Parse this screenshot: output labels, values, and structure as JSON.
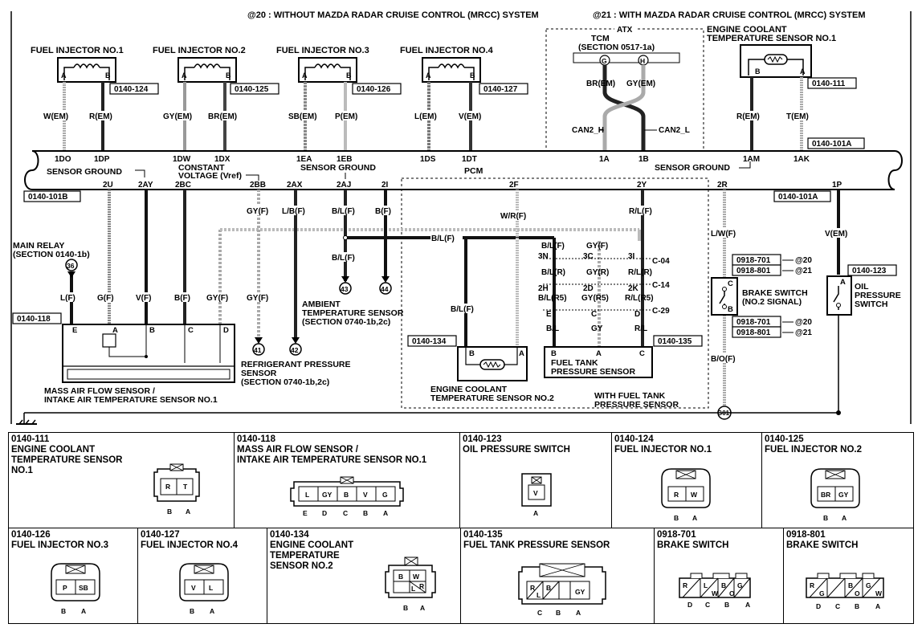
{
  "header": {
    "note20": "@20 : WITHOUT MAZDA RADAR CRUISE CONTROL (MRCC) SYSTEM",
    "note21": "@21 : WITH MAZDA RADAR CRUISE CONTROL (MRCC) SYSTEM"
  },
  "labels": {
    "atx": "ATX",
    "tcm": "TCM",
    "tcm_section": "(SECTION 0517-1a)",
    "can2h": "CAN2_H",
    "can2l": "CAN2_L",
    "ect1_line1": "ENGINE COOLANT",
    "ect1_line2": "TEMPERATURE SENSOR NO.1",
    "sensor_ground_left": "SENSOR GROUND",
    "const_voltage1": "CONSTANT",
    "const_voltage2": "VOLTAGE (Vref)",
    "sensor_ground_mid": "SENSOR GROUND",
    "sensor_ground_right": "SENSOR GROUND",
    "pcm": "PCM",
    "main_relay1": "MAIN RELAY",
    "main_relay2": "(SECTION 0140-1b)",
    "maf1": "MASS AIR FLOW SENSOR /",
    "maf2": "INTAKE AIR TEMPERATURE SENSOR NO.1",
    "refrig1": "REFRIGERANT PRESSURE",
    "refrig2": "SENSOR",
    "refrig3": "(SECTION 0740-1b,2c)",
    "ambient1": "AMBIENT",
    "ambient2": "TEMPERATURE SENSOR",
    "ambient3": "(SECTION 0740-1b,2c)",
    "ect2_line1": "ENGINE COOLANT",
    "ect2_line2": "TEMPERATURE SENSOR NO.2",
    "ftp1": "FUEL TANK",
    "ftp2": "PRESSURE SENSOR",
    "with_ftp1": "WITH FUEL TANK",
    "with_ftp2": "PRESSURE SENSOR",
    "brake1": "BRAKE SWITCH",
    "brake2": "(NO.2 SIGNAL)",
    "oil1": "OIL",
    "oil2": "PRESSURE",
    "oil3": "SWITCH",
    "g01": "G01",
    "at20": "@20",
    "at21": "@21"
  },
  "injectors": [
    {
      "title": "FUEL INJECTOR NO.1",
      "conn": "0140-124",
      "wa": "W(EM)",
      "wb": "R(EM)",
      "pa": "1DO",
      "pb": "1DP"
    },
    {
      "title": "FUEL INJECTOR NO.2",
      "conn": "0140-125",
      "wa": "GY(EM)",
      "wb": "BR(EM)",
      "pa": "1DW",
      "pb": "1DX"
    },
    {
      "title": "FUEL INJECTOR NO.3",
      "conn": "0140-126",
      "wa": "SB(EM)",
      "wb": "P(EM)",
      "pa": "1EA",
      "pb": "1EB"
    },
    {
      "title": "FUEL INJECTOR NO.4",
      "conn": "0140-127",
      "wa": "L(EM)",
      "wb": "V(EM)",
      "pa": "1DS",
      "pb": "1DT"
    }
  ],
  "connectors": {
    "c111": "0140-111",
    "c101a_top": "0140-101A",
    "c101a_right": "0140-101A",
    "c101b": "0140-101B",
    "c118": "0140-118",
    "c134": "0140-134",
    "c135": "0140-135",
    "c123": "0140-123",
    "c701a": "0918-701",
    "c801a": "0918-801",
    "c701b": "0918-701",
    "c801b": "0918-801"
  },
  "tcm_wires": {
    "g": "G",
    "h": "H",
    "wg": "BR(EM)",
    "wh": "GY(EM)",
    "p1": "1A",
    "p2": "1B"
  },
  "ect1_wires": {
    "wb": "R(EM)",
    "wa": "T(EM)",
    "pb": "1AM",
    "pa": "1AK",
    "b": "B",
    "a": "A"
  },
  "pcm_pins_top": [
    "2U",
    "2AY",
    "2BC",
    "2BB",
    "2AX",
    "2AJ",
    "2I",
    "2F",
    "2Y",
    "2R",
    "1P"
  ],
  "wires": {
    "gy_f": "GY(F)",
    "lb_f": "L/B(F)",
    "bl_f": "B/L(F)",
    "b_f": "B(F)",
    "wr_f": "W/R(F)",
    "rl_f": "R/L(F)",
    "lw_f": "L/W(F)",
    "v_em": "V(EM)",
    "bo_f": "B/O(F)",
    "l_f": "L(F)",
    "g_f": "G(F)",
    "v_f": "V(F)",
    "gy_f2": "GY(F)",
    "bl_r": "B/L(R)",
    "gy_r": "GY(R)",
    "rl_r": "R/L(R)",
    "bl_r5": "B/L(R5)",
    "gy_r5": "GY(R5)",
    "rl_r5": "R/L(R5)",
    "bl": "B/L",
    "gy": "GY",
    "rl": "R/L"
  },
  "joints": {
    "3n": "3N",
    "3c": "3C",
    "3i": "3I",
    "c04": "C-04",
    "2h": "2H",
    "2d": "2D",
    "2k": "2K",
    "c14": "C-14",
    "c29": "C-29"
  },
  "terminals": {
    "e": "E",
    "a": "A",
    "b": "B",
    "c": "C",
    "d": "D"
  },
  "circles": {
    "n36": "36",
    "n43": "43",
    "n44": "44",
    "n41": "41",
    "n42": "42"
  },
  "cells_row1": [
    {
      "code": "0140-111",
      "name": "ENGINE COOLANT\nTEMPERATURE SENSOR\nNO.1",
      "pins": [
        "R",
        "T"
      ],
      "letters": [
        "B",
        "A"
      ]
    },
    {
      "code": "0140-118",
      "name": "MASS AIR FLOW SENSOR /\nINTAKE AIR TEMPERATURE SENSOR NO.1",
      "pins": [
        "L",
        "GY",
        "B",
        "V",
        "G"
      ],
      "letters": [
        "E",
        "D",
        "C",
        "B",
        "A"
      ]
    },
    {
      "code": "0140-123",
      "name": "OIL PRESSURE SWITCH",
      "pins": [
        "V"
      ],
      "letters": [
        "A"
      ]
    },
    {
      "code": "0140-124",
      "name": "FUEL INJECTOR NO.1",
      "pins": [
        "R",
        "W"
      ],
      "letters": [
        "B",
        "A"
      ]
    },
    {
      "code": "0140-125",
      "name": "FUEL INJECTOR NO.2",
      "pins": [
        "BR",
        "GY"
      ],
      "letters": [
        "B",
        "A"
      ]
    }
  ],
  "cells_row2": [
    {
      "code": "0140-126",
      "name": "FUEL INJECTOR NO.3",
      "pins": [
        "P",
        "SB"
      ],
      "letters": [
        "B",
        "A"
      ]
    },
    {
      "code": "0140-127",
      "name": "FUEL INJECTOR NO.4",
      "pins": [
        "V",
        "L"
      ],
      "letters": [
        "B",
        "A"
      ]
    },
    {
      "code": "0140-134",
      "name": "ENGINE COOLANT\nTEMPERATURE\nSENSOR NO.2",
      "pins": [
        "B",
        "W",
        "L",
        "R"
      ],
      "letters": [
        "B",
        "A"
      ]
    },
    {
      "code": "0140-135",
      "name": "FUEL TANK PRESSURE SENSOR",
      "pins": [
        "R",
        "B",
        "L",
        "GY"
      ],
      "letters": [
        "C",
        "B",
        "A"
      ]
    },
    {
      "code": "0918-701",
      "name": "BRAKE SWITCH",
      "pins": [
        "R",
        "L",
        "B",
        "G",
        "W",
        "O"
      ],
      "letters": [
        "D",
        "C",
        "B",
        "A"
      ]
    },
    {
      "code": "0918-801",
      "name": "BRAKE SWITCH",
      "pins": [
        "R",
        "G",
        "B",
        "G",
        "W",
        "O"
      ],
      "letters": [
        "D",
        "C",
        "B",
        "A"
      ]
    }
  ]
}
